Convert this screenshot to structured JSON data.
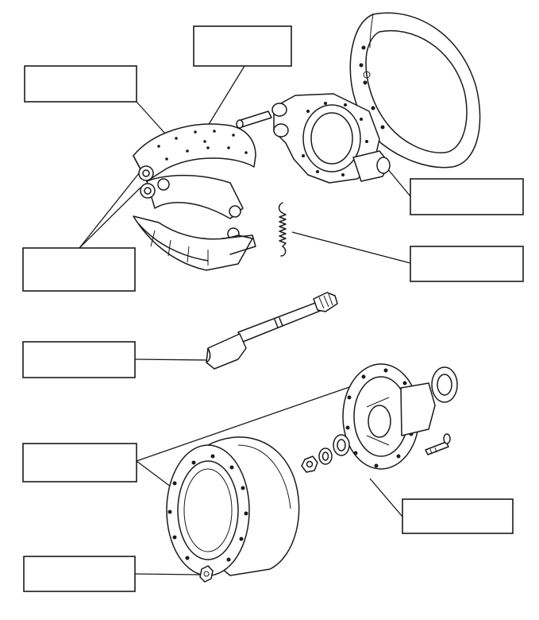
{
  "label_boxes": [
    {
      "id": "box-top-center",
      "text": ""
    },
    {
      "id": "box-top-left",
      "text": ""
    },
    {
      "id": "box-mid-left",
      "text": ""
    },
    {
      "id": "box-right-upper",
      "text": ""
    },
    {
      "id": "box-right-mid",
      "text": ""
    },
    {
      "id": "box-left-shaft",
      "text": ""
    },
    {
      "id": "box-left-drum",
      "text": ""
    },
    {
      "id": "box-right-lower",
      "text": ""
    },
    {
      "id": "box-bottom-left",
      "text": ""
    }
  ],
  "parts": [
    "brake-shoe-assembly",
    "backing-plate",
    "spider-bracket",
    "return-spring",
    "camshaft",
    "wheel-hub",
    "brake-drum",
    "hub-seal",
    "wheel-bearing",
    "wheel-stud",
    "wheel-nut"
  ]
}
